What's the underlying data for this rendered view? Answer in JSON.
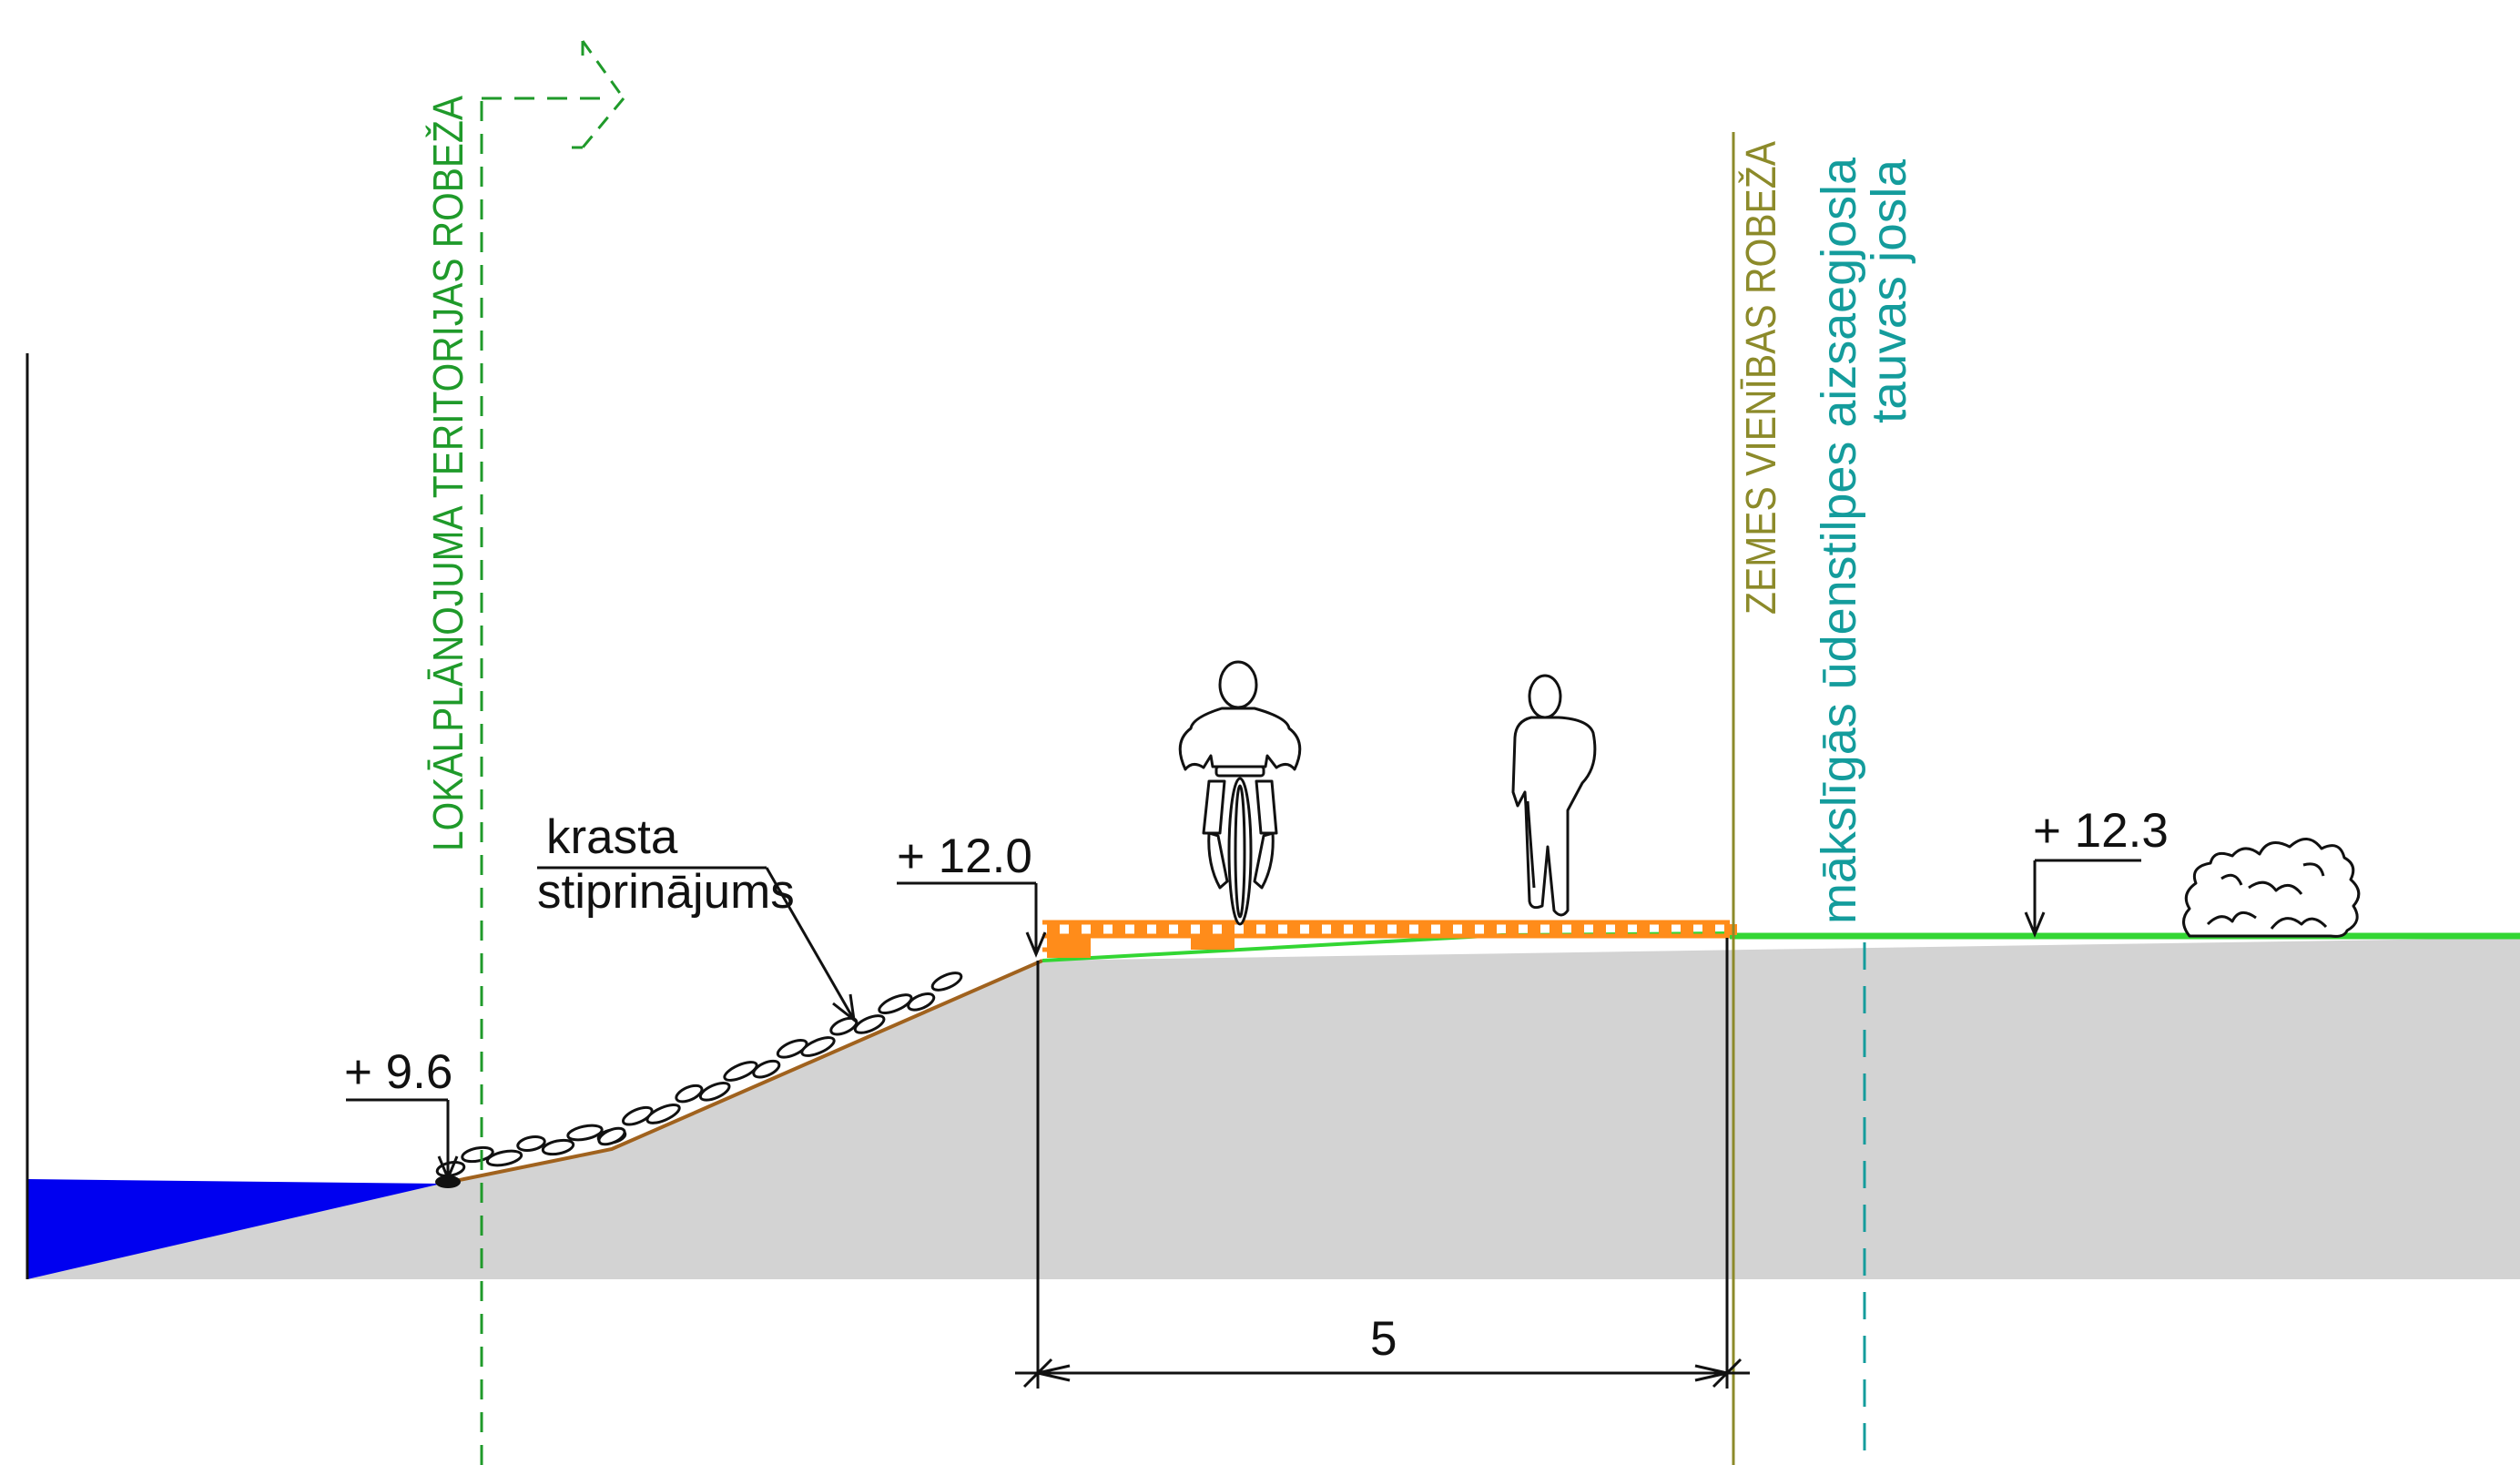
{
  "colors": {
    "planning_boundary": "#1f9a2a",
    "land_unit_boundary": "#8c8a2a",
    "protection_zone": "#149c9c",
    "ground": "#d3d3d3",
    "water": "#0000f0",
    "grass_line": "#33d633",
    "path_deck": "#ff8c1a",
    "bank_edge": "#a0621e",
    "ink": "#111111"
  },
  "labels": {
    "planning_boundary": "LOKĀLPLĀNOJUMA TERITORIJAS ROBEŽA",
    "land_unit_boundary": "ZEMES VIENĪBAS ROBEŽA",
    "protection_zone": "mākslīgās ūdenstilpes aizsaegjosla",
    "towpath_strip": "tauvas josla",
    "bank_reinforcement_line1": "krasta",
    "bank_reinforcement_line2": "stiprinājums"
  },
  "elevations": {
    "water_edge": "+ 9.6",
    "path_edge": "+ 12.0",
    "right_ground": "+ 12.3"
  },
  "dimensions": {
    "path_width": "5"
  },
  "icons": [
    "cyclist-icon",
    "pedestrian-icon",
    "shrub-icon",
    "boundary-arrow-icon",
    "rock-icon"
  ]
}
